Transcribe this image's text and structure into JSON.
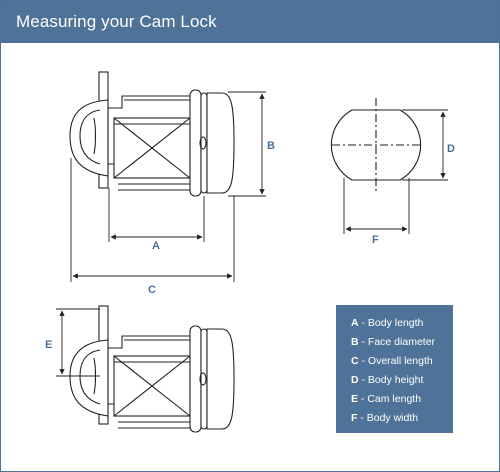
{
  "header": {
    "title": "Measuring your Cam Lock"
  },
  "dimensions": {
    "a": "A",
    "b": "B",
    "c": "C",
    "d": "D",
    "e": "E",
    "f": "F"
  },
  "legend": {
    "items": [
      {
        "letter": "A",
        "text": " - Body length"
      },
      {
        "letter": "B",
        "text": " - Face diameter"
      },
      {
        "letter": "C",
        "text": " - Overall length"
      },
      {
        "letter": "D",
        "text": " - Body height"
      },
      {
        "letter": "E",
        "text": " - Cam length"
      },
      {
        "letter": "F",
        "text": " - Body width"
      }
    ]
  },
  "colors": {
    "header": "#4f7398",
    "line": "#222222",
    "dimension_label": "#4a6f96",
    "legend_bg": "#4f7398"
  }
}
